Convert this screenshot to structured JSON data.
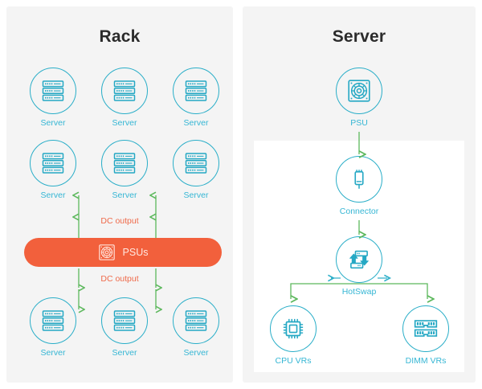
{
  "diagram": {
    "panels": [
      {
        "id": "rack",
        "title": "Rack",
        "servers_top": [
          {
            "label": "Server",
            "icon": "server-rack-icon"
          },
          {
            "label": "Server",
            "icon": "server-rack-icon"
          },
          {
            "label": "Server",
            "icon": "server-rack-icon"
          }
        ],
        "servers_mid": [
          {
            "label": "Server",
            "icon": "server-rack-icon"
          },
          {
            "label": "Server",
            "icon": "server-rack-icon"
          },
          {
            "label": "Server",
            "icon": "server-rack-icon"
          }
        ],
        "servers_bottom": [
          {
            "label": "Server",
            "icon": "server-rack-icon"
          },
          {
            "label": "Server",
            "icon": "server-rack-icon"
          },
          {
            "label": "Server",
            "icon": "server-rack-icon"
          }
        ],
        "psu_bar": {
          "label": "PSUs",
          "icon": "psu-fan-icon",
          "color": "#f2603c"
        },
        "flow_up_label": "DC output",
        "flow_down_label": "DC output"
      },
      {
        "id": "server",
        "title": "Server",
        "nodes": [
          {
            "id": "psu",
            "label": "PSU",
            "icon": "psu-fan-icon"
          },
          {
            "id": "connector",
            "label": "Connector",
            "icon": "connector-plug-icon"
          },
          {
            "id": "hotswap",
            "label": "HotSwap",
            "icon": "hotswap-arrows-icon"
          },
          {
            "id": "cpu-vrs",
            "label": "CPU VRs",
            "icon": "cpu-chip-icon"
          },
          {
            "id": "dimm-vrs",
            "label": "DIMM VRs",
            "icon": "dimm-memory-icon"
          }
        ]
      }
    ],
    "colors": {
      "teal": "#2aaec8",
      "teal_text": "#35b6d4",
      "orange": "#f2603c",
      "orange_text": "#ef6a4a",
      "green_arrow": "#5cb85c",
      "panel_bg": "#f4f4f4",
      "title": "#2b2b2b"
    }
  }
}
